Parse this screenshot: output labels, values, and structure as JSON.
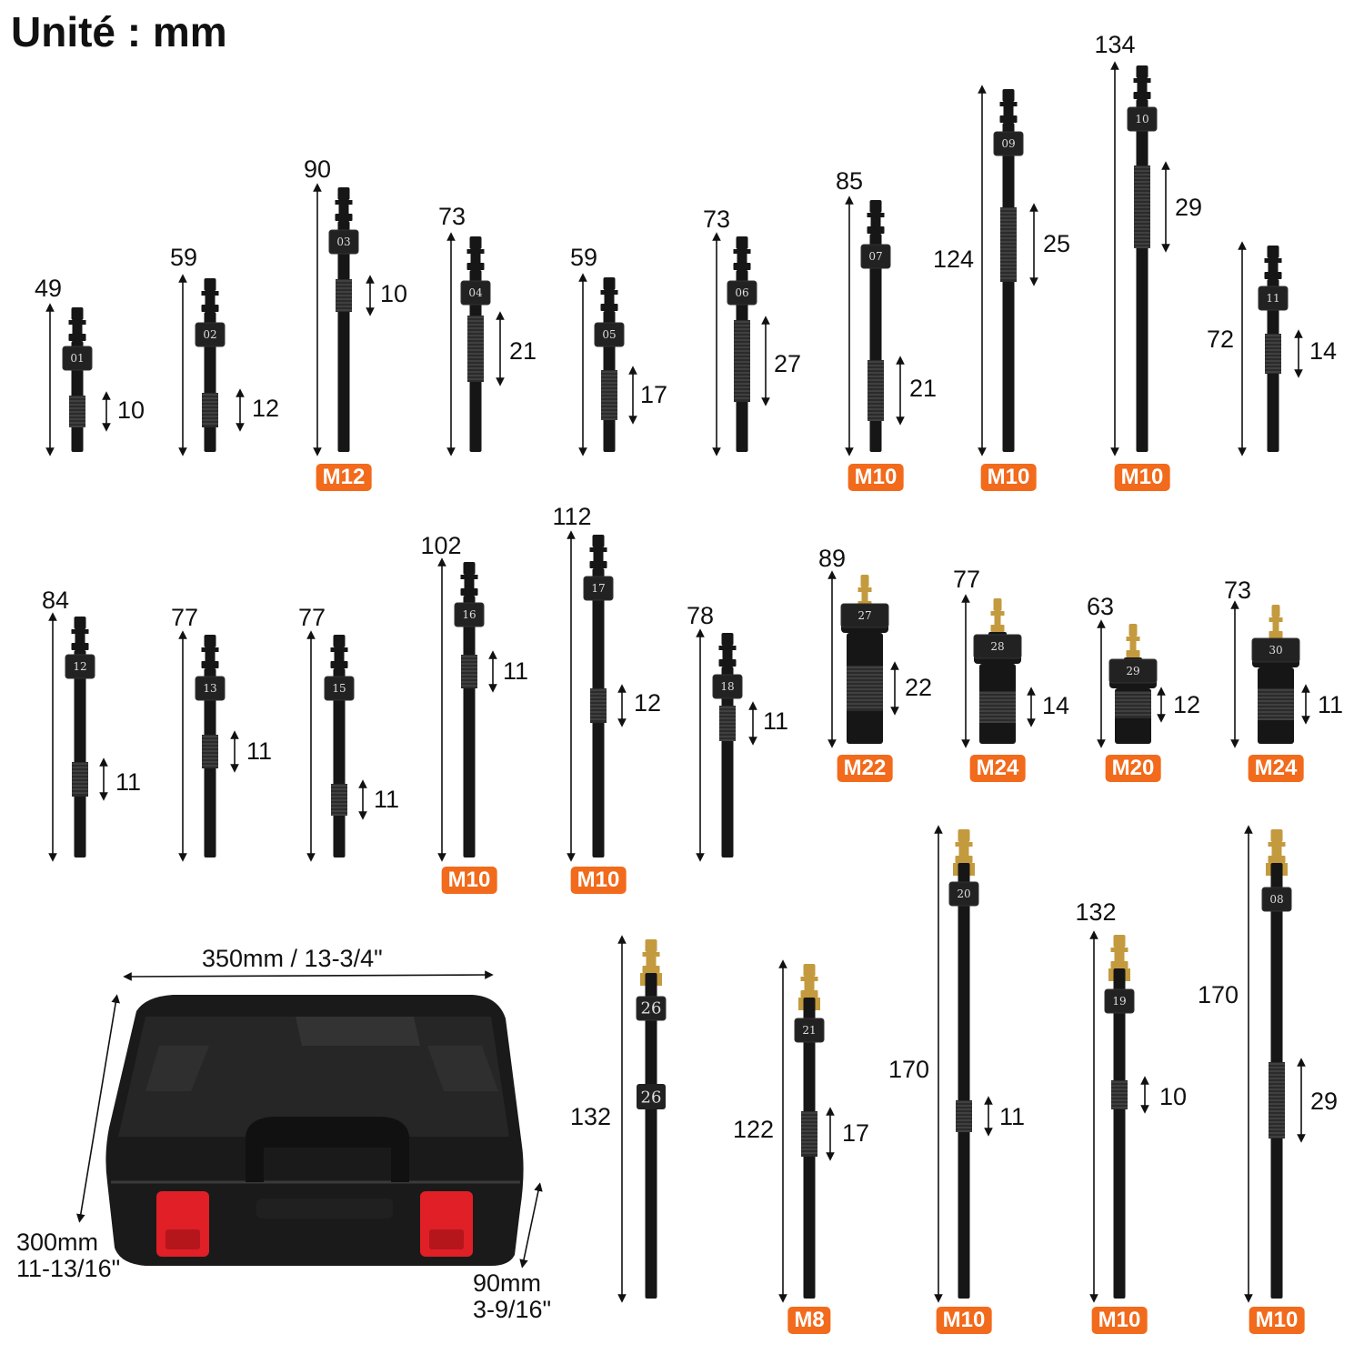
{
  "title": "Unité : mm",
  "colors": {
    "tool_body": "#161616",
    "thread": "#2b2b2b",
    "brass": "#c49a3f",
    "badge": "#f26a1b",
    "latch": "#e01f26",
    "case": "#1a1a1a"
  },
  "tools": [
    {
      "id": "01",
      "length": "49",
      "thread_len": "10",
      "thread_size": ""
    },
    {
      "id": "02",
      "length": "59",
      "thread_len": "12",
      "thread_size": ""
    },
    {
      "id": "03",
      "length": "90",
      "thread_len": "10",
      "thread_size": "M12"
    },
    {
      "id": "04",
      "length": "73",
      "thread_len": "21",
      "thread_size": ""
    },
    {
      "id": "05",
      "length": "59",
      "thread_len": "17",
      "thread_size": ""
    },
    {
      "id": "06",
      "length": "73",
      "thread_len": "27",
      "thread_size": ""
    },
    {
      "id": "07",
      "length": "85",
      "thread_len": "21",
      "thread_size": "M10"
    },
    {
      "id": "09",
      "length": "124",
      "thread_len": "25",
      "thread_size": "M10"
    },
    {
      "id": "10",
      "length": "134",
      "thread_len": "29",
      "thread_size": "M10"
    },
    {
      "id": "11",
      "length": "72",
      "thread_len": "14",
      "thread_size": ""
    },
    {
      "id": "12",
      "length": "84",
      "thread_len": "11",
      "thread_size": ""
    },
    {
      "id": "13",
      "length": "77",
      "thread_len": "11",
      "thread_size": ""
    },
    {
      "id": "15",
      "length": "77",
      "thread_len": "11",
      "thread_size": ""
    },
    {
      "id": "16",
      "length": "102",
      "thread_len": "11",
      "thread_size": "M10"
    },
    {
      "id": "17",
      "length": "112",
      "thread_len": "12",
      "thread_size": "M10"
    },
    {
      "id": "18",
      "length": "78",
      "thread_len": "11",
      "thread_size": ""
    },
    {
      "id": "27",
      "length": "89",
      "thread_len": "22",
      "thread_size": "M22"
    },
    {
      "id": "28",
      "length": "77",
      "thread_len": "14",
      "thread_size": "M24"
    },
    {
      "id": "29",
      "length": "63",
      "thread_len": "12",
      "thread_size": "M20"
    },
    {
      "id": "30",
      "length": "73",
      "thread_len": "11",
      "thread_size": "M24"
    },
    {
      "id": "26",
      "length": "132",
      "thread_len": "",
      "thread_size": ""
    },
    {
      "id": "21",
      "length": "122",
      "thread_len": "17",
      "thread_size": "M8"
    },
    {
      "id": "20",
      "length": "170",
      "thread_len": "11",
      "thread_size": "M10"
    },
    {
      "id": "19",
      "length": "132",
      "thread_len": "10",
      "thread_size": "M10"
    },
    {
      "id": "08",
      "length": "170",
      "thread_len": "29",
      "thread_size": "M10"
    }
  ],
  "case": {
    "width_label": "350mm / 13-3/4\"",
    "depth_label_line1": "300mm",
    "depth_label_line2": "11-13/16\"",
    "height_label_line1": "90mm",
    "height_label_line2": "3-9/16\""
  }
}
